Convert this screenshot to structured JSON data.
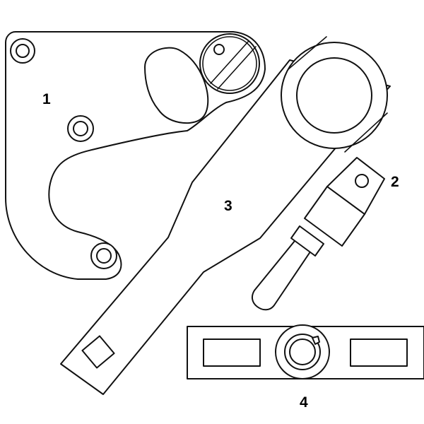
{
  "callouts": {
    "part1": "1",
    "part2": "2",
    "part3": "3",
    "part4": "4"
  },
  "colors": {
    "line": "#111111",
    "background": "#ffffff"
  }
}
